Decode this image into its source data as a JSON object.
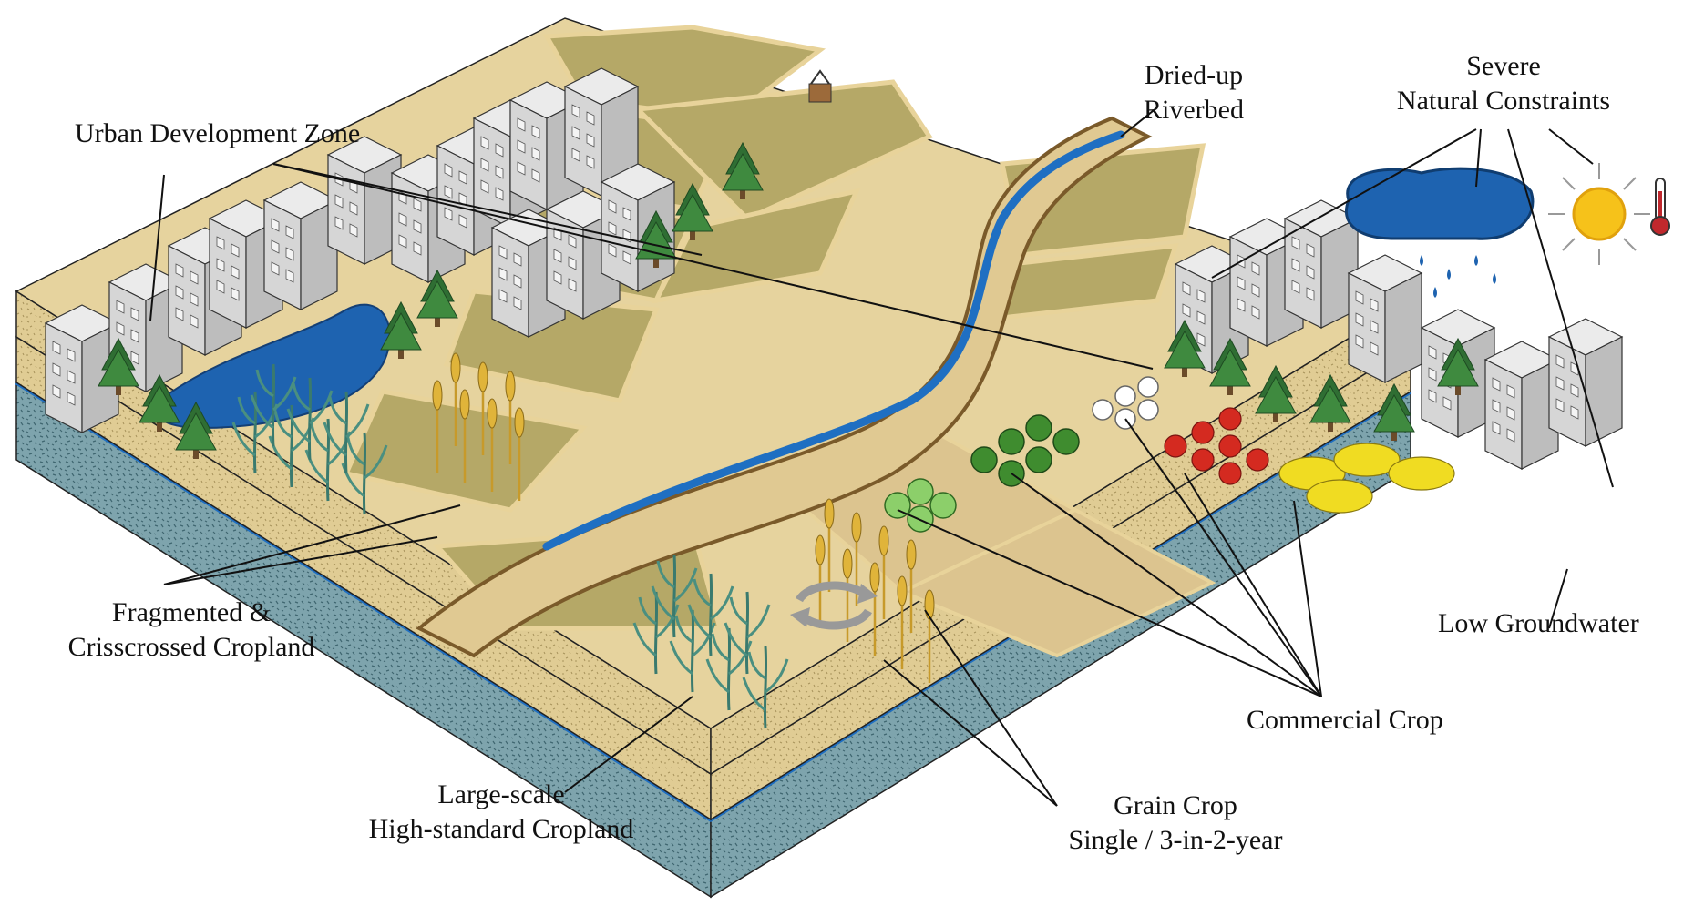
{
  "labels": {
    "urban_zone": "Urban Development Zone",
    "riverbed_line1": "Dried-up",
    "riverbed_line2": "Riverbed",
    "constraints_line1": "Severe",
    "constraints_line2": "Natural Constraints",
    "fragmented_line1": "Fragmented &",
    "fragmented_line2": "Crisscrossed Cropland",
    "low_groundwater": "Low Groundwater",
    "commercial_crop": "Commercial Crop",
    "large_scale_line1": "Large-scale",
    "large_scale_line2": "High-standard Cropland",
    "grain_crop_line1": "Grain Crop",
    "grain_crop_line2": "Single / 3-in-2-year"
  },
  "icons": [
    "sun-icon",
    "thermometer-icon",
    "rain-cloud-icon",
    "rotation-arrows-icon",
    "well-icon"
  ],
  "colors": {
    "soil_top": "#e3cf97",
    "soil_face": "#d8c48a",
    "groundwater_layer": "#6f9aa6",
    "water_line": "#1f6fc2",
    "cropland": "#b5a867",
    "field_border": "#e8d39a",
    "river": "#1f6fc2",
    "buildings": "#d9d9d9",
    "trees": "#3f7d3f",
    "tomato": "#d42a20",
    "rapeseed": "#f0dc22",
    "broccoli": "#3f8c2f",
    "cloud": "#1e63b0",
    "sun": "#f6c21a",
    "thermometer": "#c0282d"
  }
}
